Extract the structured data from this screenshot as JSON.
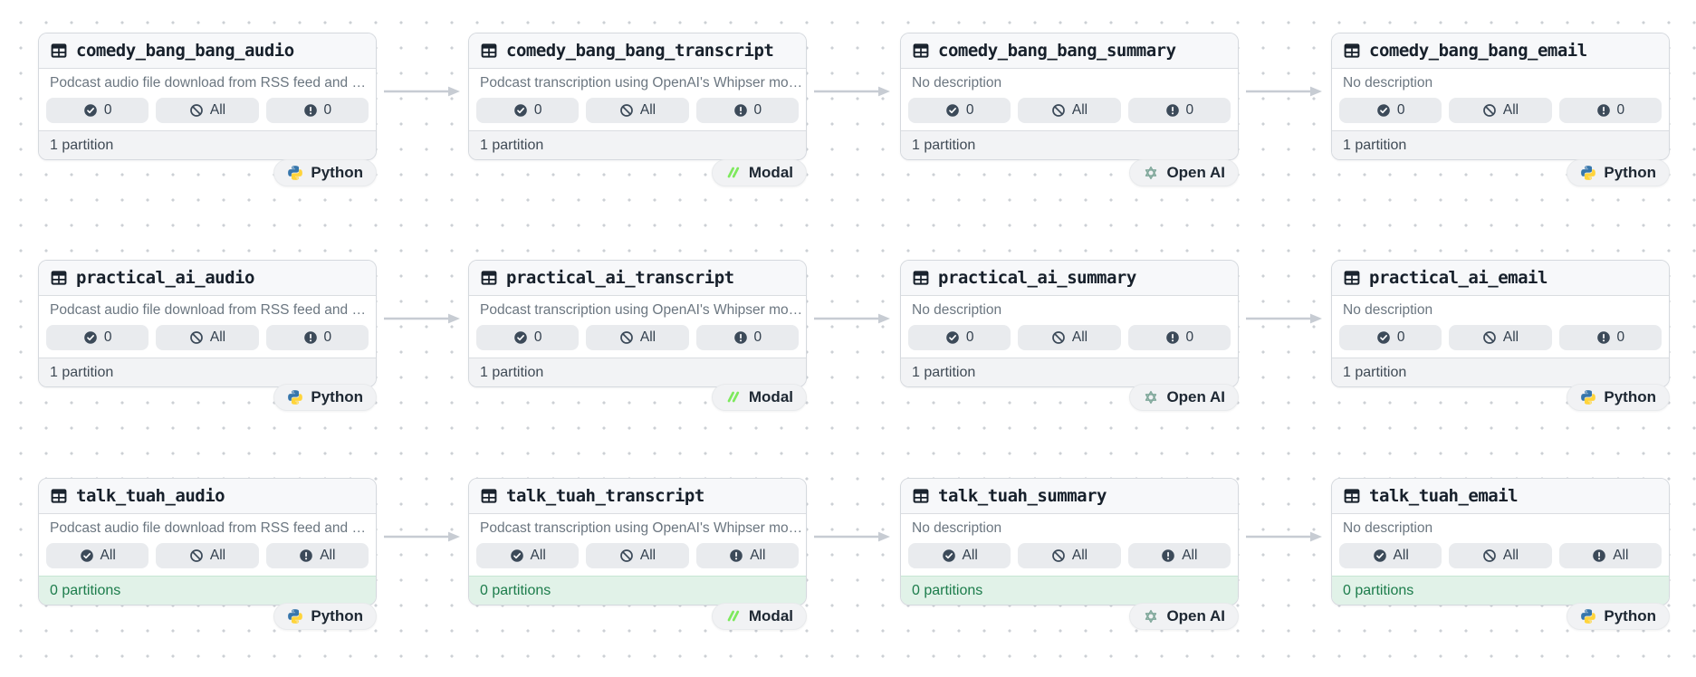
{
  "view": "asset-lineage-graph",
  "colors": {
    "node_border": "#d5d9de",
    "header_bg": "#f7f8fa",
    "badge_bg": "#e9ebee",
    "footer_bg": "#f2f3f5",
    "footer_green_bg": "#e1f2e8",
    "footer_green_text": "#1c7c4b",
    "arrow": "#c7ccd3",
    "dot_grid": "#ccd0d5",
    "python_blue": "#3776ab",
    "python_yellow": "#ffd43b",
    "modal_green": "#7ee95e",
    "openai_teal": "#7fa79a",
    "badge_icon_navy": "#3c4a59"
  },
  "icons": [
    "table-icon",
    "check-circle-icon",
    "slash-circle-icon",
    "alert-circle-icon",
    "python-logo-icon",
    "modal-logo-icon",
    "openai-logo-icon"
  ],
  "descriptions": {
    "audio": "Podcast audio file download from RSS feed and …",
    "transcript": "Podcast transcription using OpenAI's Whipser mo…",
    "none": "No description"
  },
  "nodes": [
    {
      "title": "comedy_bang_bang_audio",
      "description": "Podcast audio file download from RSS feed and …",
      "badges": [
        "0",
        "All",
        "0"
      ],
      "footer": "1 partition",
      "footer_state": "default",
      "tag": "Python"
    },
    {
      "title": "comedy_bang_bang_transcript",
      "description": "Podcast transcription using OpenAI's Whipser mo…",
      "badges": [
        "0",
        "All",
        "0"
      ],
      "footer": "1 partition",
      "footer_state": "default",
      "tag": "Modal"
    },
    {
      "title": "comedy_bang_bang_summary",
      "description": "No description",
      "badges": [
        "0",
        "All",
        "0"
      ],
      "footer": "1 partition",
      "footer_state": "default",
      "tag": "Open AI"
    },
    {
      "title": "comedy_bang_bang_email",
      "description": "No description",
      "badges": [
        "0",
        "All",
        "0"
      ],
      "footer": "1 partition",
      "footer_state": "default",
      "tag": "Python"
    },
    {
      "title": "practical_ai_audio",
      "description": "Podcast audio file download from RSS feed and …",
      "badges": [
        "0",
        "All",
        "0"
      ],
      "footer": "1 partition",
      "footer_state": "default",
      "tag": "Python"
    },
    {
      "title": "practical_ai_transcript",
      "description": "Podcast transcription using OpenAI's Whipser mo…",
      "badges": [
        "0",
        "All",
        "0"
      ],
      "footer": "1 partition",
      "footer_state": "default",
      "tag": "Modal"
    },
    {
      "title": "practical_ai_summary",
      "description": "No description",
      "badges": [
        "0",
        "All",
        "0"
      ],
      "footer": "1 partition",
      "footer_state": "default",
      "tag": "Open AI"
    },
    {
      "title": "practical_ai_email",
      "description": "No description",
      "badges": [
        "0",
        "All",
        "0"
      ],
      "footer": "1 partition",
      "footer_state": "default",
      "tag": "Python"
    },
    {
      "title": "talk_tuah_audio",
      "description": "Podcast audio file download from RSS feed and …",
      "badges": [
        "All",
        "All",
        "All"
      ],
      "footer": "0 partitions",
      "footer_state": "green",
      "tag": "Python"
    },
    {
      "title": "talk_tuah_transcript",
      "description": "Podcast transcription using OpenAI's Whipser mo…",
      "badges": [
        "All",
        "All",
        "All"
      ],
      "footer": "0 partitions",
      "footer_state": "green",
      "tag": "Modal"
    },
    {
      "title": "talk_tuah_summary",
      "description": "No description",
      "badges": [
        "All",
        "All",
        "All"
      ],
      "footer": "0 partitions",
      "footer_state": "green",
      "tag": "Open AI"
    },
    {
      "title": "talk_tuah_email",
      "description": "No description",
      "badges": [
        "All",
        "All",
        "All"
      ],
      "footer": "0 partitions",
      "footer_state": "green",
      "tag": "Python"
    }
  ]
}
